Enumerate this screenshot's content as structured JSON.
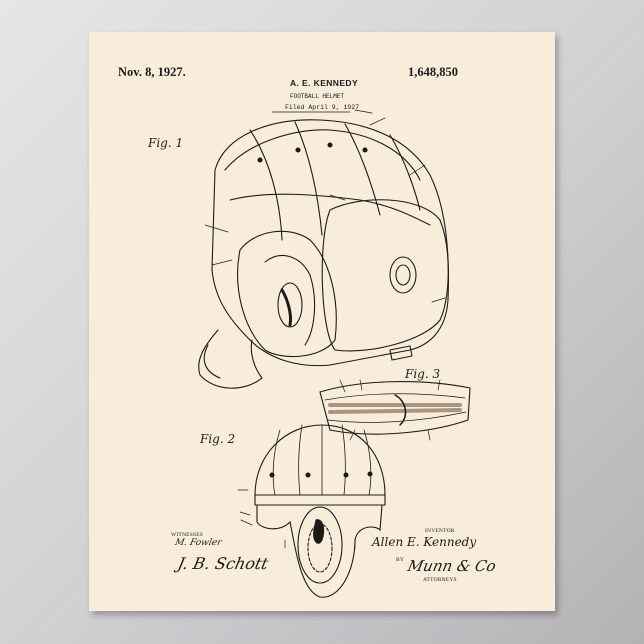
{
  "patent": {
    "date": "Nov. 8, 1927.",
    "number": "1,648,850",
    "inventor_header": "A. E. KENNEDY",
    "title": "FOOTBALL HELMET",
    "filed": "Filed April 9, 1927"
  },
  "figures": {
    "fig1": "Fig. 1",
    "fig2": "Fig. 2",
    "fig3": "Fig. 3"
  },
  "signatures": {
    "witnesses_label": "WITNESSES",
    "inventor_label": "INVENTOR",
    "inventor_name": "Allen E. Kennedy",
    "by_label": "BY",
    "attorneys_label": "ATTORNEYS",
    "witness_1": "M. Fowler",
    "witness_2": "J. B. Schott",
    "attorney_signature": "Munn & Co"
  },
  "colors": {
    "paper": "#f8eddb",
    "ink": "#1d1a17",
    "background": "#d2d1d3"
  }
}
